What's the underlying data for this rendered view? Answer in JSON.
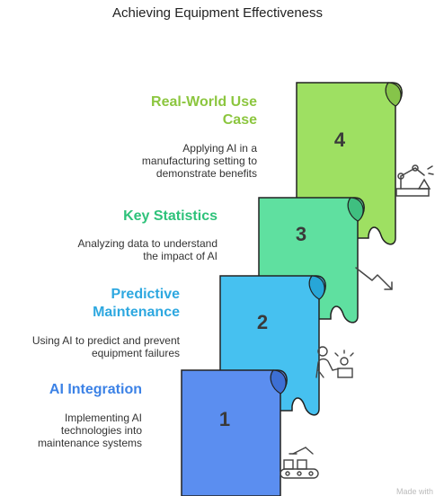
{
  "title": "Achieving Equipment Effectiveness",
  "steps": [
    {
      "number": "1",
      "heading": "AI Integration",
      "description": "Implementing AI technologies into maintenance systems",
      "color": "#5b8ef0",
      "heading_color": "#3c82e6",
      "icon": "conveyor-robot-icon"
    },
    {
      "number": "2",
      "heading": "Predictive Maintenance",
      "description": "Using AI to predict and prevent equipment failures",
      "color": "#46c1f0",
      "heading_color": "#2ea8e0",
      "icon": "technician-repair-icon"
    },
    {
      "number": "3",
      "heading": "Key Statistics",
      "description": "Analyzing data to understand the impact of AI",
      "color": "#5fe0a0",
      "heading_color": "#2ec27a",
      "icon": "downtrend-icon"
    },
    {
      "number": "4",
      "heading": "Real-World Use Case",
      "description": "Applying AI in a manufacturing setting to demonstrate benefits",
      "color": "#9ee062",
      "heading_color": "#8cc63f",
      "icon": "robot-arm-icon"
    }
  ],
  "credit": "Made with"
}
